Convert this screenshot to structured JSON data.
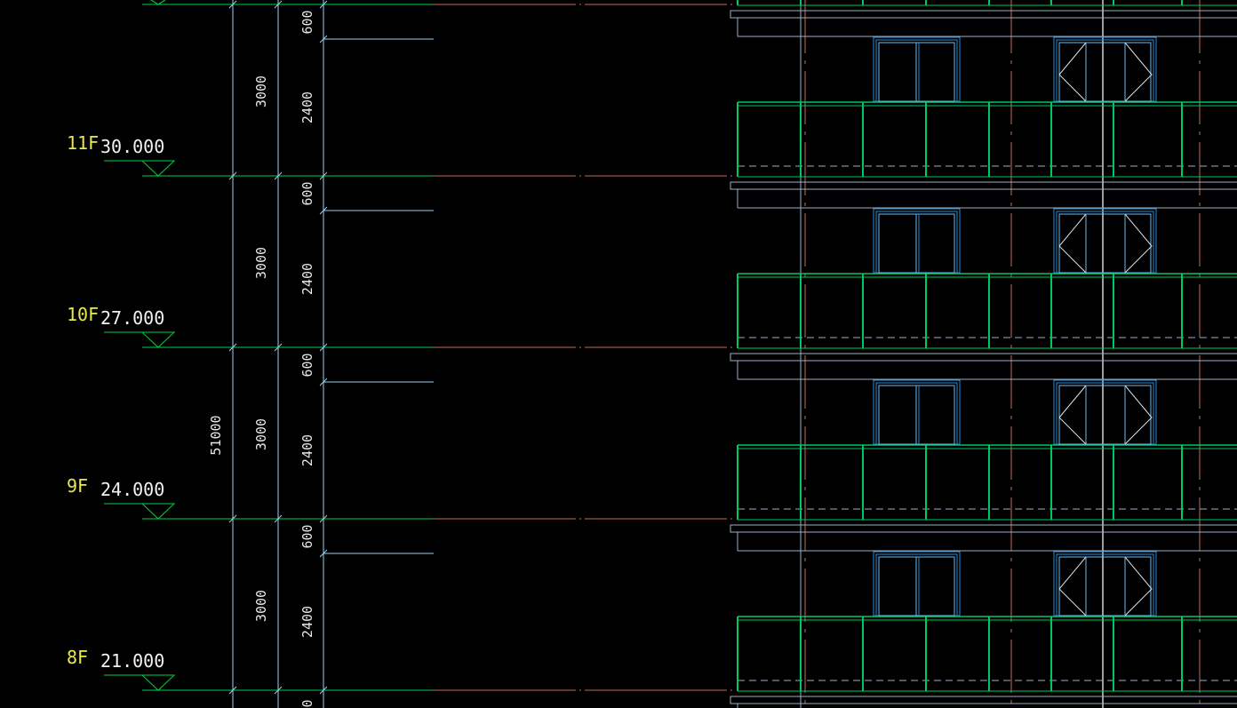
{
  "drawing": {
    "background": "#000000",
    "colors": {
      "level_line": "#00d040",
      "marker": "#00d040",
      "level_name": "#e8e84a",
      "dim_line": "#9ad0f0",
      "grid_line": "#c86a5a",
      "railing": "#00c860",
      "frame": "#9ab0c8",
      "window": "#2a8ad0",
      "window_inner": "#6ab8f0"
    },
    "levels": [
      {
        "name": "11F",
        "elevation": "30.000"
      },
      {
        "name": "10F",
        "elevation": "27.000"
      },
      {
        "name": "9F",
        "elevation": "24.000"
      },
      {
        "name": "8F",
        "elevation": "21.000"
      }
    ],
    "dimensions": {
      "overall": "51000",
      "floor_height": "3000",
      "parapet": "600",
      "opening": "2400",
      "cut_label": "0"
    }
  }
}
